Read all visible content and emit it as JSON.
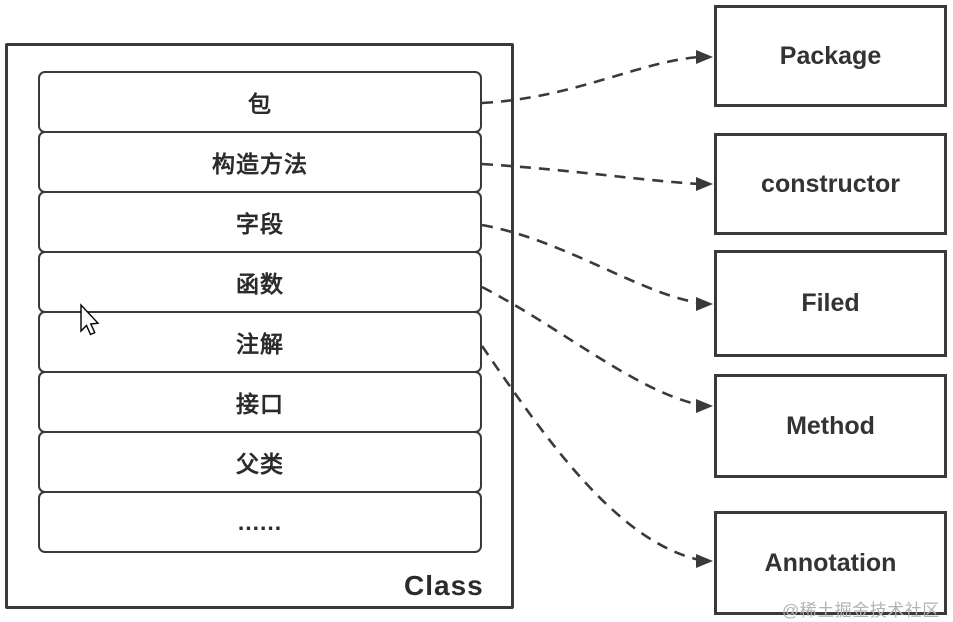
{
  "diagram": {
    "class_box": {
      "label": "Class",
      "rows": [
        {
          "label": "包"
        },
        {
          "label": "构造方法"
        },
        {
          "label": "字段"
        },
        {
          "label": "函数"
        },
        {
          "label": "注解"
        },
        {
          "label": "接口"
        },
        {
          "label": "父类"
        },
        {
          "label": "......"
        }
      ]
    },
    "targets": [
      {
        "label": "Package"
      },
      {
        "label": "constructor"
      },
      {
        "label": "Filed"
      },
      {
        "label": "Method"
      },
      {
        "label": "Annotation"
      }
    ],
    "connections": [
      {
        "from": "包",
        "to": "Package"
      },
      {
        "from": "构造方法",
        "to": "constructor"
      },
      {
        "from": "字段",
        "to": "Filed"
      },
      {
        "from": "函数",
        "to": "Method"
      },
      {
        "from": "注解",
        "to": "Annotation"
      }
    ],
    "watermark": "@稀土掘金技术社区",
    "colors": {
      "line": "#3a3a3a",
      "text": "#2b2b2b",
      "watermark": "#b3b3b3",
      "background": "#ffffff"
    }
  }
}
